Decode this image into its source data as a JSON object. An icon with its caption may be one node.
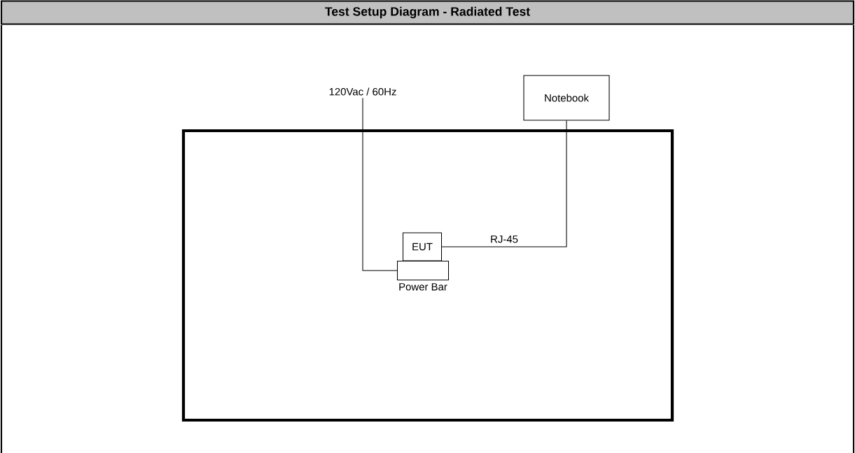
{
  "diagram": {
    "title": "Test Setup Diagram - Radiated Test",
    "nodes": [
      {
        "text": [
          "120Vac / 60Hz"
        ]
      },
      {
        "text": [
          "Notebook"
        ]
      },
      {
        "text": [],
        "shape": "box"
      },
      {
        "text": [
          "EUT"
        ],
        "in": 2
      },
      {
        "text": [],
        "shape": "box",
        "in": 2,
        "beside": [
          "Power Bar"
        ]
      }
    ],
    "edges": [
      {
        "from": 0,
        "to": 4,
        "arrow": "none"
      },
      {
        "from": 1,
        "to": 3,
        "arrow": "none",
        "label": "RJ-45"
      }
    ]
  }
}
